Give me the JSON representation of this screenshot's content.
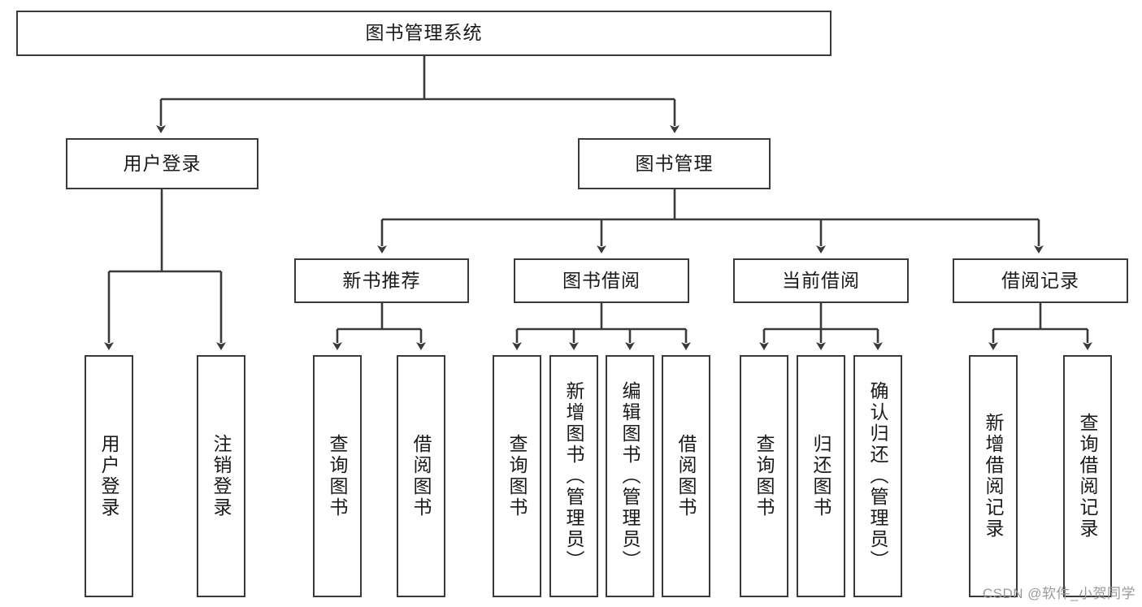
{
  "diagram": {
    "title": "图书管理系统",
    "type": "tree",
    "root": {
      "label": "图书管理系统"
    },
    "level1": [
      {
        "id": "user-login",
        "label": "用户登录"
      },
      {
        "id": "book-management",
        "label": "图书管理"
      }
    ],
    "level2": [
      {
        "id": "new-book-recommend",
        "label": "新书推荐",
        "parent": "book-management"
      },
      {
        "id": "book-borrow",
        "label": "图书借阅",
        "parent": "book-management"
      },
      {
        "id": "current-borrow",
        "label": "当前借阅",
        "parent": "book-management"
      },
      {
        "id": "borrow-record",
        "label": "借阅记录",
        "parent": "book-management"
      }
    ],
    "leaves": [
      {
        "id": "leaf-user-login",
        "label": "用户登录",
        "parent": "user-login"
      },
      {
        "id": "leaf-logout-login",
        "label": "注销登录",
        "parent": "user-login"
      },
      {
        "id": "leaf-query-book-1",
        "label": "查询图书",
        "parent": "new-book-recommend"
      },
      {
        "id": "leaf-borrow-book-1",
        "label": "借阅图书",
        "parent": "new-book-recommend"
      },
      {
        "id": "leaf-query-book-2",
        "label": "查询图书",
        "parent": "book-borrow"
      },
      {
        "id": "leaf-add-book",
        "label": "新增图书（管理员）",
        "parent": "book-borrow"
      },
      {
        "id": "leaf-edit-book",
        "label": "编辑图书（管理员）",
        "parent": "book-borrow"
      },
      {
        "id": "leaf-borrow-book-2",
        "label": "借阅图书",
        "parent": "book-borrow"
      },
      {
        "id": "leaf-query-book-3",
        "label": "查询图书",
        "parent": "current-borrow"
      },
      {
        "id": "leaf-return-book",
        "label": "归还图书",
        "parent": "current-borrow"
      },
      {
        "id": "leaf-confirm-return",
        "label": "确认归还（管理员）",
        "parent": "current-borrow"
      },
      {
        "id": "leaf-add-record",
        "label": "新增借阅记录",
        "parent": "borrow-record"
      },
      {
        "id": "leaf-query-record",
        "label": "查询借阅记录",
        "parent": "borrow-record"
      }
    ],
    "colors": {
      "stroke": "#3a3a3a",
      "fill": "#ffffff",
      "text": "#1a1a1a",
      "watermark": "#9a9a9a"
    }
  },
  "watermark": {
    "text": "CSDN @软件_小贺同学"
  }
}
